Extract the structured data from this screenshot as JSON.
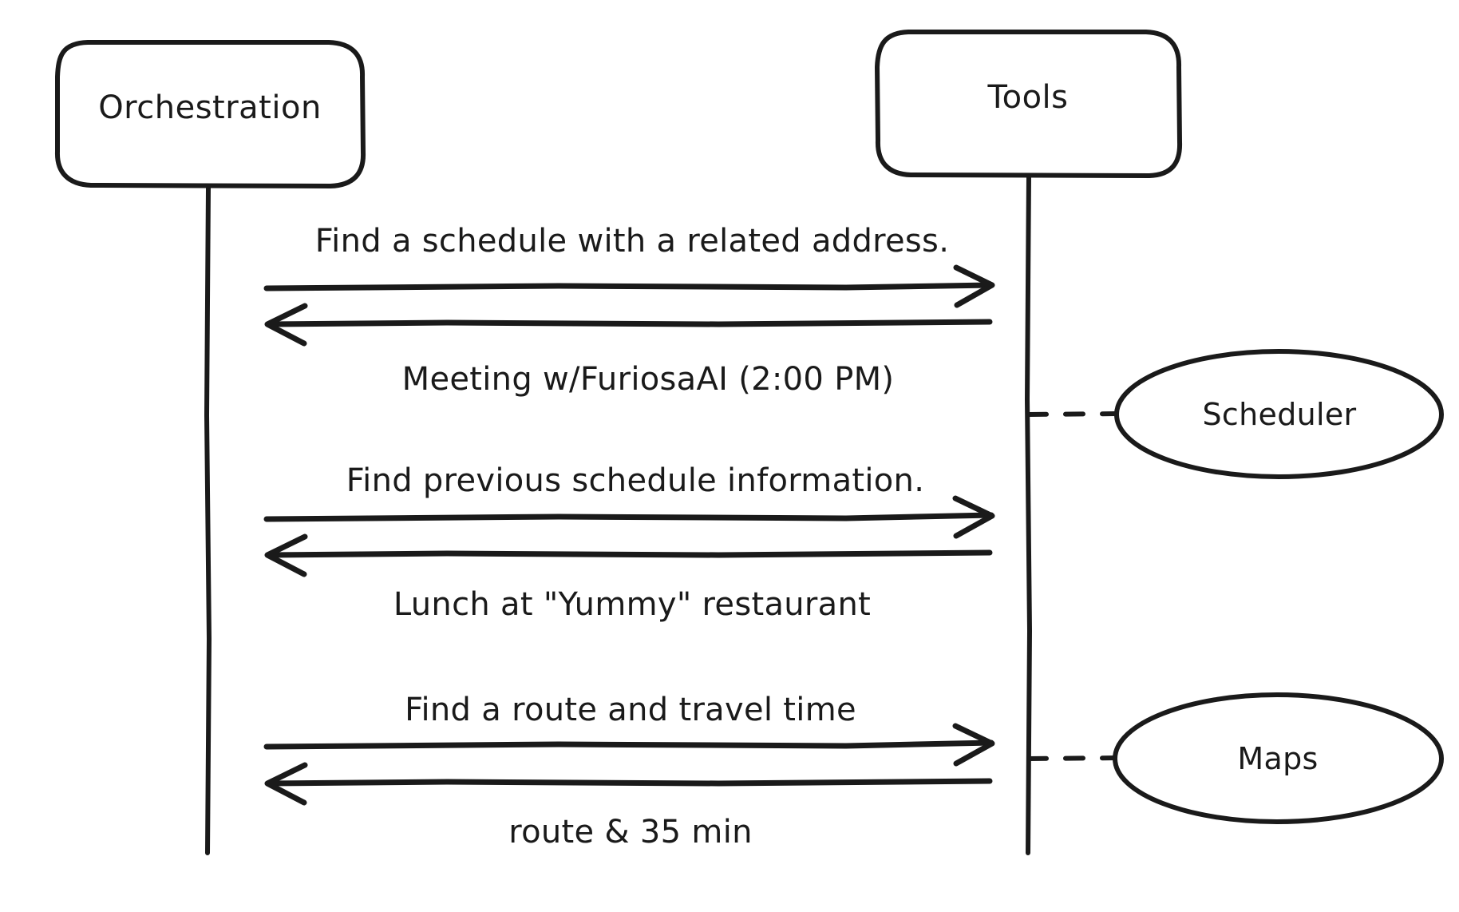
{
  "diagram": {
    "type": "sequence-diagram",
    "background_color": "#ffffff",
    "stroke_color": "#1a1a1a",
    "style": "hand-drawn"
  },
  "participants": [
    {
      "id": "orchestration",
      "label": "Orchestration",
      "shape": "rounded-rectangle"
    },
    {
      "id": "tools",
      "label": "Tools",
      "shape": "rounded-rectangle"
    }
  ],
  "nodes": [
    {
      "id": "scheduler",
      "label": "Scheduler",
      "shape": "ellipse",
      "attached_to": "tools",
      "connector": "dashed"
    },
    {
      "id": "maps",
      "label": "Maps",
      "shape": "ellipse",
      "attached_to": "tools",
      "connector": "dashed"
    }
  ],
  "messages": [
    {
      "index": 1,
      "label": "Find a schedule with a related address.",
      "from": "orchestration",
      "to": "tools",
      "direction": "forward",
      "label_position": "above"
    },
    {
      "index": 2,
      "label": "Meeting w/FuriosaAI (2:00 PM)",
      "from": "tools",
      "to": "orchestration",
      "direction": "return",
      "label_position": "below"
    },
    {
      "index": 3,
      "label": "Find previous schedule information.",
      "from": "orchestration",
      "to": "tools",
      "direction": "forward",
      "label_position": "above"
    },
    {
      "index": 4,
      "label": "Lunch at \"Yummy\" restaurant",
      "from": "tools",
      "to": "orchestration",
      "direction": "return",
      "label_position": "below"
    },
    {
      "index": 5,
      "label": "Find a route and travel time",
      "from": "orchestration",
      "to": "tools",
      "direction": "forward",
      "label_position": "above"
    },
    {
      "index": 6,
      "label": "route & 35 min",
      "from": "tools",
      "to": "orchestration",
      "direction": "return",
      "label_position": "below"
    }
  ]
}
